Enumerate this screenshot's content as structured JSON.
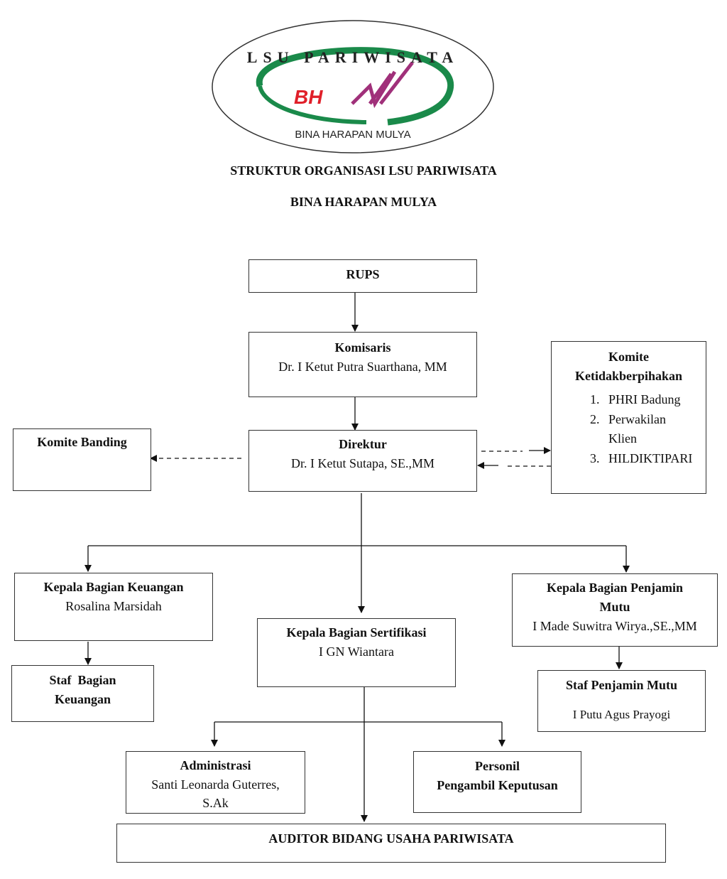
{
  "logo": {
    "top_text": "LSU PARIWISATA",
    "mark_text": "BHM",
    "bottom_text": "BINA HARAPAN MULYA",
    "colors": {
      "green": "#1a8a4a",
      "red": "#e0202a",
      "magenta": "#a0307a",
      "outline": "#333333"
    }
  },
  "header": {
    "title_line1": "STRUKTUR ORGANISASI LSU PARIWISATA",
    "title_line2": "BINA HARAPAN MULYA"
  },
  "nodes": {
    "rups": {
      "title": "RUPS"
    },
    "komisaris": {
      "title": "Komisaris",
      "name": "Dr. I Ketut Putra Suarthana, MM"
    },
    "direktur": {
      "title": "Direktur",
      "name": "Dr. I Ketut Sutapa, SE.,MM"
    },
    "komite_banding": {
      "title": "Komite Banding"
    },
    "komite_ketidakberpihakan": {
      "title_line1": "Komite",
      "title_line2": "Ketidakberpihakan",
      "members": [
        "PHRI Badung",
        "Perwakilan Klien",
        "HILDIKTIPARI"
      ]
    },
    "kabag_keuangan": {
      "title": "Kepala Bagian Keuangan",
      "name": "Rosalina Marsidah"
    },
    "staf_keuangan": {
      "title_line1": "Staf  Bagian",
      "title_line2": "Keuangan"
    },
    "kabag_sertifikasi": {
      "title": "Kepala Bagian Sertifikasi",
      "name": "I GN Wiantara"
    },
    "kabag_penjamin_mutu": {
      "title_line1": "Kepala Bagian Penjamin",
      "title_line2": "Mutu",
      "name": "I Made Suwitra Wirya.,SE.,MM"
    },
    "staf_penjamin_mutu": {
      "title": "Staf Penjamin Mutu",
      "name": "I Putu Agus Prayogi"
    },
    "administrasi": {
      "title": "Administrasi",
      "name_line1": "Santi Leonarda Guterres,",
      "name_line2": "S.Ak"
    },
    "personil": {
      "title_line1": "Personil",
      "title_line2": "Pengambil Keputusan"
    },
    "auditor": {
      "title": "AUDITOR BIDANG USAHA PARIWISATA"
    }
  }
}
